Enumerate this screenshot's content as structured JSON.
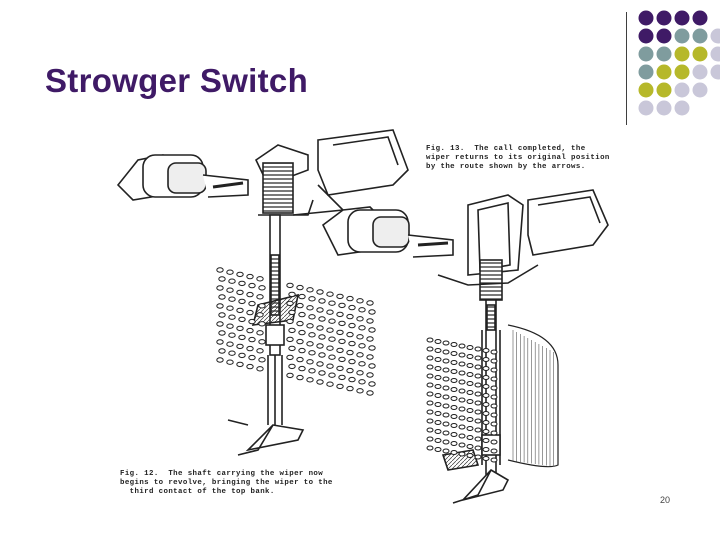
{
  "slide": {
    "title": "Strowger Switch",
    "page_number": "20"
  },
  "figure": {
    "caption_fig13": "Fig. 13.  The call completed, the\nwiper returns to its original position\nby the route shown by the arrows.",
    "caption_fig12": "Fig. 12.  The shaft carrying the wiper now\nbegins to revolve, bringing the wiper to the\n  third contact of the top bank."
  },
  "palette": {
    "purple": "#3f1a66",
    "teal": "#7f9c9e",
    "olive": "#b6b82a",
    "lavender": "#c9c7d9"
  }
}
